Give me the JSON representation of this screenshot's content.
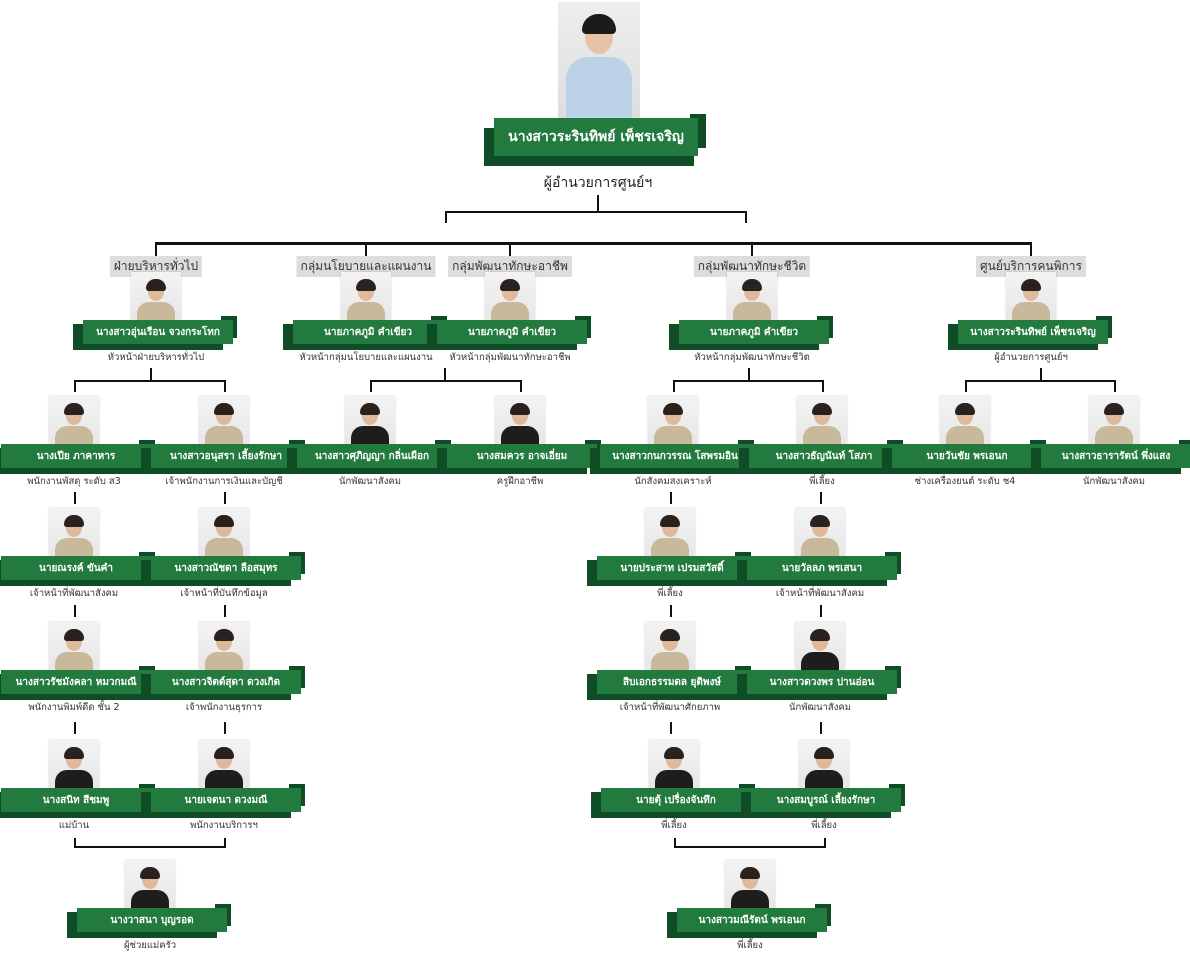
{
  "director": {
    "name": "นางสาวระรินทิพย์ เพ็ชรเจริญ",
    "title": "ผู้อำนวยการศูนย์ฯ"
  },
  "departments": [
    "ฝ่ายบริหารทั่วไป",
    "กลุ่มนโยบายและแผนงาน",
    "กลุ่มพัฒนาทักษะอาชีพ",
    "กลุ่มพัฒนาทักษะชีวิต",
    "ศูนย์บริการคนพิการ"
  ],
  "staff": [
    {
      "name": "นางสาวอุ่นเรือน จวงกระโทก",
      "title": "หัวหน้าฝ่ายบริหารทั่วไป"
    },
    {
      "name": "นายภาคภูมิ คำเขียว",
      "title": "หัวหน้ากลุ่มนโยบายและแผนงาน"
    },
    {
      "name": "นายภาคภูมิ คำเขียว",
      "title": "หัวหน้ากลุ่มพัฒนาทักษะอาชีพ"
    },
    {
      "name": "นายภาคภูมิ คำเขียว",
      "title": "หัวหน้ากลุ่มพัฒนาทักษะชีวิต"
    },
    {
      "name": "นางสาวระรินทิพย์ เพ็ชรเจริญ",
      "title": "ผู้อำนวยการศูนย์ฯ"
    },
    {
      "name": "นางเปีย ภาคาหาร",
      "title": "พนักงานพัสดุ ระดับ ส3"
    },
    {
      "name": "นางสาวอนุสรา เลี้ยงรักษา",
      "title": "เจ้าพนักงานการเงินและบัญชี"
    },
    {
      "name": "นางสาวศุภิญญา กลิ่นเผือก",
      "title": "นักพัฒนาสังคม"
    },
    {
      "name": "นางสมควร อาจเอี่ยม",
      "title": "ครูฝึกอาชีพ"
    },
    {
      "name": "นางสาวกนกวรรณ โสพรมอิน",
      "title": "นักสังคมสงเคราะห์"
    },
    {
      "name": "นางสาวธัญนันท์ โสภา",
      "title": "พี่เลี้ยง"
    },
    {
      "name": "นายวันชัย พรเอนก",
      "title": "ช่างเครื่องยนต์ ระดับ ช4"
    },
    {
      "name": "นางสาวธารารัตน์ พึ่งแสง",
      "title": "นักพัฒนาสังคม"
    },
    {
      "name": "นายณรงค์ ขันคำ",
      "title": "เจ้าหน้าที่พัฒนาสังคม"
    },
    {
      "name": "นางสาวณัชดา ลือสมุทร",
      "title": "เจ้าหน้าที่บันทึกข้อมูล"
    },
    {
      "name": "นายประสาท เปรมสวัสดิ์",
      "title": "พี่เลี้ยง"
    },
    {
      "name": "นายวัลลภ พรเสนา",
      "title": "เจ้าหน้าที่พัฒนาสังคม"
    },
    {
      "name": "นางสาวรัชมังคลา หมวกมณี",
      "title": "พนักงานพิมพ์ดีด ชั้น 2"
    },
    {
      "name": "นางสาวจิตต์สุดา ดวงเกิด",
      "title": "เจ้าพนักงานธุรการ"
    },
    {
      "name": "สิบเอกธรรมดล ยุติพงษ์",
      "title": "เจ้าหน้าที่พัฒนาศักยภาพ"
    },
    {
      "name": "นางสาวดวงพร ปานอ่อน",
      "title": "นักพัฒนาสังคม"
    },
    {
      "name": "นางสนิท สีชมพู",
      "title": "แม่บ้าน"
    },
    {
      "name": "นายเจตนา ดวงมณี",
      "title": "พนักงานบริการฯ"
    },
    {
      "name": "นายตุ้ เปรื่องจันทึก",
      "title": "พี่เลี้ยง"
    },
    {
      "name": "นางสมบูรณ์ เลี้ยงรักษา",
      "title": "พี่เลี้ยง"
    },
    {
      "name": "นางวาสนา บุญรอด",
      "title": "ผู้ช่วยแม่ครัว"
    },
    {
      "name": "นางสาวมณีรัตน์ พรเอนก",
      "title": "พี่เลี้ยง"
    }
  ]
}
